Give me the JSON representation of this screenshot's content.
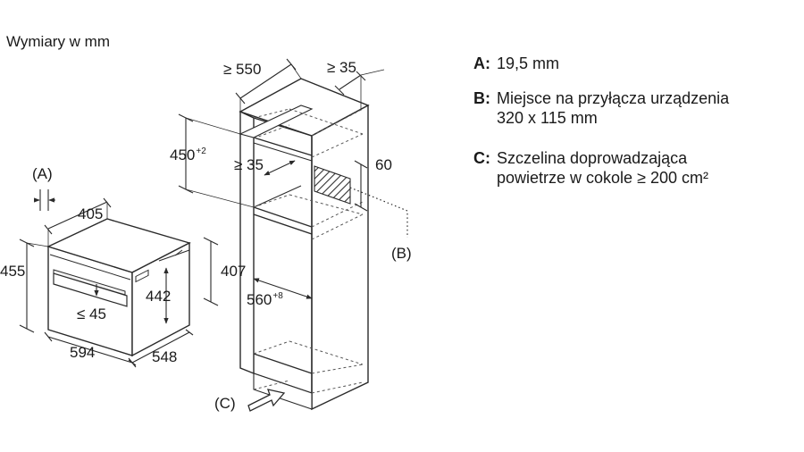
{
  "units_label": "Wymiary w mm",
  "callouts": {
    "a": "(A)",
    "b": "(B)",
    "c": "(C)"
  },
  "oven": {
    "width": "594",
    "height": "455",
    "depth": "548",
    "front_height": "442",
    "back_height": "407",
    "top_depth": "405",
    "handle_gap": "≤ 45"
  },
  "cabinet": {
    "depth": "≥ 550",
    "rear_gap": "≥ 35",
    "niche_height": "450",
    "niche_height_tol": "+2",
    "shelf_gap": "≥ 35",
    "opening_height": "60",
    "niche_width": "560",
    "niche_width_tol": "+8"
  },
  "legend": [
    {
      "key": "A:",
      "lines": [
        "19,5 mm"
      ]
    },
    {
      "key": "B:",
      "lines": [
        "Miejsce na przyłącza urządzenia",
        "320 x 115 mm"
      ]
    },
    {
      "key": "C:",
      "lines": [
        "Szczelina doprowadzająca",
        "powietrze w cokole ≥ 200 cm²"
      ]
    }
  ],
  "colors": {
    "line": "#2a2a2a",
    "dashed": "#555555",
    "hatch": "#333333"
  }
}
